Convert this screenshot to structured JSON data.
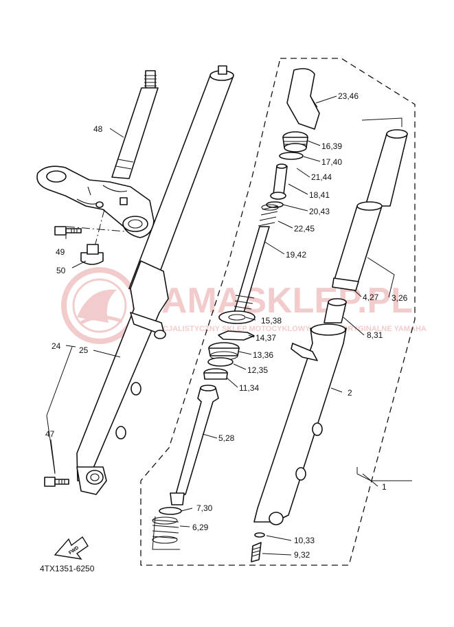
{
  "diagram_code": "4TX1351-6250",
  "watermark": {
    "brand": "YAMASKLEP.PL",
    "tagline": "SPECJALISTYCZNY SKLEP MOTOCYKLOWY CZĘŚCI ORYGINALNE YAMAHA",
    "color": "#e8a3a3"
  },
  "direction_arrow": {
    "label": "FWD"
  },
  "callouts": {
    "c48": "48",
    "c49": "49",
    "c50": "50",
    "c24": "24",
    "c25": "25",
    "c47": "47",
    "c23_46": "23,46",
    "c16_39": "16,39",
    "c17_40": "17,40",
    "c21_44": "21,44",
    "c18_41": "18,41",
    "c20_43": "20,43",
    "c22_45": "22,45",
    "c19_42": "19,42",
    "c15_38": "15,38",
    "c14_37": "14,37",
    "c13_36": "13,36",
    "c12_35": "12,35",
    "c11_34": "11,34",
    "c5_28": "5,28",
    "c7_30": "7,30",
    "c6_29": "6,29",
    "c4_27": "4,27",
    "c3_26": "3,26",
    "c8_31": "8,31",
    "c2": "2",
    "c1": "1",
    "c10_33": "10,33",
    "c9_32": "9,32"
  }
}
